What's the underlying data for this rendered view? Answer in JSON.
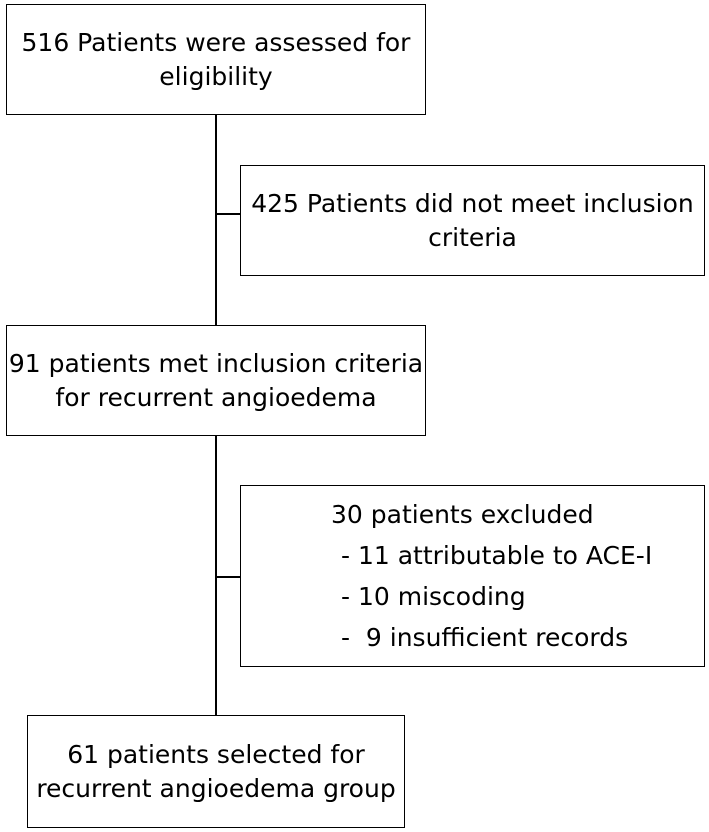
{
  "boxes": {
    "assessed": {
      "lines": [
        "516 Patients were assessed for",
        "eligibility"
      ]
    },
    "not_meet": {
      "lines": [
        "425 Patients did not meet inclusion",
        "criteria"
      ]
    },
    "met": {
      "lines": [
        "91 patients met inclusion criteria",
        "for recurrent angioedema"
      ]
    },
    "excluded": {
      "heading": "30 patients excluded",
      "items": [
        "- 11 attributable to ACE-I",
        "- 10 miscoding",
        "-  9 insufficient records"
      ]
    },
    "selected": {
      "lines": [
        "61 patients selected for",
        "recurrent angioedema group"
      ]
    }
  },
  "colors": {
    "line": "#000000",
    "background": "#ffffff"
  }
}
